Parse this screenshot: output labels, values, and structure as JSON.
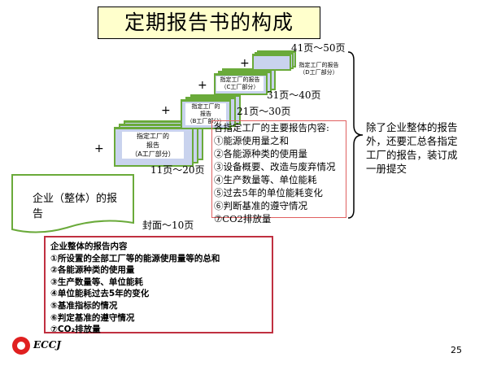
{
  "title": "定期报告书的构成",
  "stacks": [
    {
      "lines": [
        "指定工厂的",
        "报告",
        "（A工厂部分）"
      ],
      "pages": "11页～20页"
    },
    {
      "lines": [
        "指定工厂的",
        "报告",
        "（B工厂部分）"
      ],
      "pages": "21页～30页"
    },
    {
      "lines": [
        "指定工厂的报告",
        "（C工厂部分）"
      ],
      "pages": "31页～40页"
    },
    {
      "lines": [
        "指定工厂的报告",
        "（D工厂部分）"
      ],
      "pages": "41页～50页"
    }
  ],
  "plus": "+",
  "corporate": {
    "text": "企业（整体）的报告",
    "pages": "封面～10页"
  },
  "plant_contents": {
    "heading": "各指定工厂的主要报告内容:",
    "items": [
      "①能源使用量之和",
      "②各能源种类的使用量",
      "③设备概要、改造与废弃情况",
      "④生产数量等、单位能耗",
      "⑤过去5年的单位能耗变化",
      "⑥判断基准的遵守情况",
      "⑦CO2排放量"
    ]
  },
  "note": "除了企业整体的报告外，还要汇总各指定工厂的报告，装订成一册提交",
  "corporate_contents": {
    "heading": "企业整体的报告内容",
    "items": [
      "①所设置的全部工厂等的能源使用量等的总和",
      "②各能源种类的使用量",
      "③生产数量等、单位能耗",
      "④单位能耗过去5年的变化",
      "⑤基准指标的情况",
      "⑥判定基准的遵守情况",
      "⑦CO₂排放量"
    ]
  },
  "logo": "ECCJ",
  "page_number": "25",
  "colors": {
    "title_bg": "#ffffcc",
    "sheet": "#c9d3ee",
    "border_green": "#6aaa3a",
    "box_red": "#c03040",
    "logo_red": "#e02020"
  }
}
